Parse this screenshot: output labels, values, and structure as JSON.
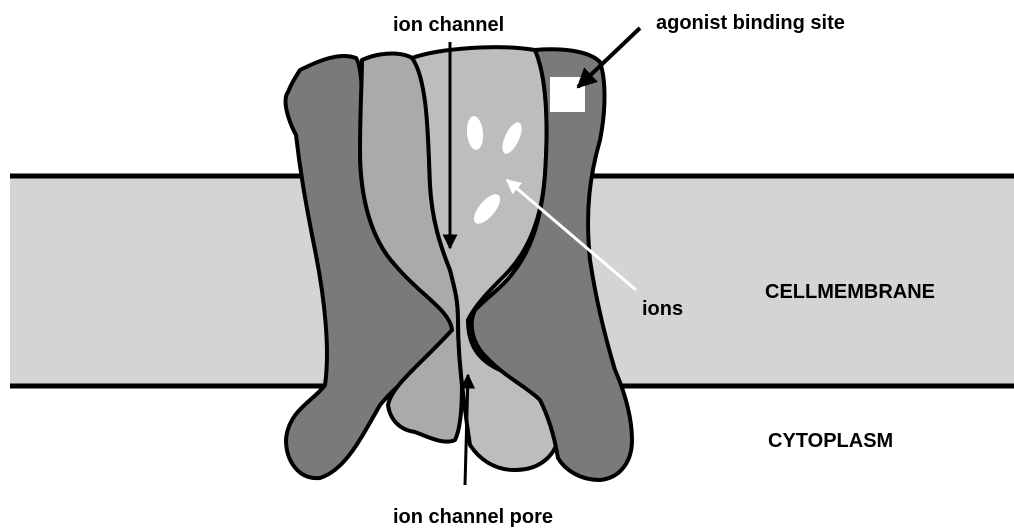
{
  "labels": {
    "ion_channel": "ion channel",
    "agonist_binding_site": "agonist binding site",
    "ions": "ions",
    "cell_membrane": "CELLMEMBRANE",
    "cytoplasm": "CYTOPLASM",
    "ion_channel_pore": "ion channel pore"
  },
  "colors": {
    "membrane": "#d4d4d4",
    "subunit_dark": "#7a7a7a",
    "subunit_light": "#aaaaaa",
    "center_subunit": "#bdbdbd",
    "outline": "#000000",
    "ion": "#ffffff"
  }
}
